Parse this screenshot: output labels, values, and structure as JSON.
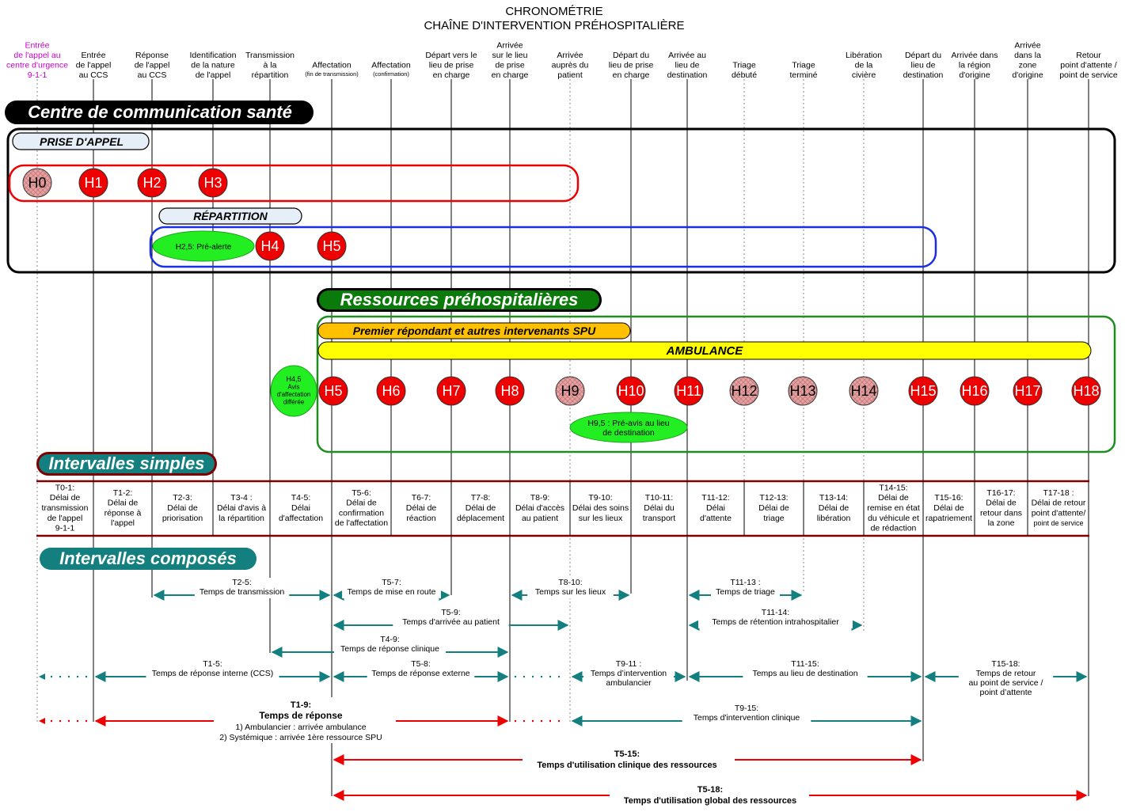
{
  "title": {
    "line1": "CHRONOMÉTRIE",
    "line2": "CHAÎNE D'INTERVENTION PRÉHOSPITALIÈRE"
  },
  "columns": [
    {
      "label": [
        "Entrée",
        "de l'appel au",
        "centre d'urgence",
        "9-1-1"
      ],
      "color": "#c800c8"
    },
    {
      "label": [
        "Entrée",
        "de l'appel",
        "au CCS"
      ]
    },
    {
      "label": [
        "Réponse",
        "de l'appel",
        "au CCS"
      ]
    },
    {
      "label": [
        "Identification",
        "de la nature",
        "de l'appel"
      ]
    },
    {
      "label": [
        "Transmission",
        "à la",
        "répartition"
      ]
    },
    {
      "label": [
        "Affectation"
      ],
      "sub": "(fin de transmission)"
    },
    {
      "label": [
        "Affectation"
      ],
      "sub": "(confirmation)"
    },
    {
      "label": [
        "Départ vers le",
        "lieu de prise",
        "en charge"
      ]
    },
    {
      "label": [
        "Arrivée",
        "sur le lieu",
        "de prise",
        "en charge"
      ]
    },
    {
      "label": [
        "Arrivée",
        "auprès du",
        "patient"
      ]
    },
    {
      "label": [
        "Départ du",
        "lieu de prise",
        "en charge"
      ]
    },
    {
      "label": [
        "Arrivée au",
        "lieu de",
        "destination"
      ]
    },
    {
      "label": [
        "Triage",
        "débuté"
      ]
    },
    {
      "label": [
        "Triage",
        "terminé"
      ]
    },
    {
      "label": [
        "Libération",
        "de la",
        "civière"
      ]
    },
    {
      "label": [
        "Départ du",
        "lieu de",
        "destination"
      ]
    },
    {
      "label": [
        "Arrivée dans",
        "la région",
        "d'origine"
      ]
    },
    {
      "label": [
        "Arrivée",
        "dans la",
        "zone",
        "d'origine"
      ]
    },
    {
      "label": [
        "Retour",
        "point d'attente /",
        "point de service"
      ]
    }
  ],
  "sections": {
    "ccs": "Centre de communication santé",
    "prise": "PRISE D'APPEL",
    "repartition": "RÉPARTITION",
    "ressources": "Ressources préhospitalières",
    "premier": "Premier répondant et autres intervenants SPU",
    "ambulance": "AMBULANCE",
    "simples": "Intervalles simples",
    "composes": "Intervalles composés"
  },
  "prise_nodes": [
    "H0",
    "H1",
    "H2",
    "H3"
  ],
  "rep_nodes": [
    "H4",
    "H5"
  ],
  "res_nodes": [
    "H5",
    "H6",
    "H7",
    "H8",
    "H9",
    "H10",
    "H11",
    "H12",
    "H13",
    "H14",
    "H15",
    "H16",
    "H17",
    "H18"
  ],
  "ellipses": {
    "h25": "H2,5: Pré-alerte",
    "h45": [
      "H4,5",
      "Avis",
      "d'affectation",
      "différée"
    ],
    "h95": [
      "H9,5 : Pré-avis au lieu",
      "de destination"
    ]
  },
  "intervals_simple": [
    [
      "T0-1:",
      "Délai de",
      "transmission",
      "de l'appel",
      "9-1-1"
    ],
    [
      "T1-2:",
      "Délai de",
      "réponse à",
      "l'appel"
    ],
    [
      "T2-3:",
      "Délai de",
      "priorisation"
    ],
    [
      "T3-4 :",
      "Délai d'avis à",
      "la répartition"
    ],
    [
      "T4-5:",
      "Délai",
      "d'affectation"
    ],
    [
      "T5-6:",
      "Délai de",
      "confirmation",
      "de l'affectation"
    ],
    [
      "T6-7:",
      "Délai de",
      "réaction"
    ],
    [
      "T7-8:",
      "Délai de",
      "déplacement"
    ],
    [
      "T8-9:",
      "Délai d'accès",
      "au patient"
    ],
    [
      "T9-10:",
      "Délai des soins",
      "sur les lieux"
    ],
    [
      "T10-11:",
      "Délai du",
      "transport"
    ],
    [
      "T11-12:",
      "Délai",
      "d'attente"
    ],
    [
      "T12-13:",
      "Délai de",
      "triage"
    ],
    [
      "T13-14:",
      "Délai de",
      "libération"
    ],
    [
      "T14-15:",
      "Délai de",
      "remise en état",
      "du véhicule et",
      "de rédaction"
    ],
    [
      "T15-16:",
      "Délai de",
      "rapatriement"
    ],
    [
      "T16-17:",
      "Délai de",
      "retour dans",
      "la zone"
    ],
    [
      "T17-18 :",
      "Délai de retour",
      "point d'attente/",
      "point de service"
    ]
  ],
  "intervals_compound": [
    {
      "from": 2,
      "to": 5,
      "code": "T2-5:",
      "label": "Temps de transmission",
      "row": 1
    },
    {
      "from": 5,
      "to": 7,
      "code": "T5-7:",
      "label": "Temps de mise en route",
      "row": 1
    },
    {
      "from": 8,
      "to": 10,
      "code": "T8-10:",
      "label": "Temps sur les lieux",
      "row": 1
    },
    {
      "from": 11,
      "to": 13,
      "code": "T11-13 :",
      "label": "Temps de triage",
      "row": 1
    },
    {
      "from": 5,
      "to": 9,
      "code": "T5-9:",
      "label": "Temps d'arrivée au patient",
      "row": 2
    },
    {
      "from": 11,
      "to": 14,
      "code": "T11-14:",
      "label": "Temps de rétention intrahospitalier",
      "row": 2
    },
    {
      "from": 4,
      "to": 8,
      "code": "T4-9:",
      "label": "Temps de réponse clinique",
      "row": 3
    },
    {
      "from": 1,
      "to": 5,
      "code": "T1-5:",
      "label": "Temps de réponse interne (CCS)",
      "row": 4
    },
    {
      "from": 5,
      "to": 8,
      "code": "T5-8:",
      "label": "Temps de réponse externe",
      "row": 4
    },
    {
      "from": 9,
      "to": 11,
      "code": "T9-11 :",
      "label": "Temps d'intervention ambulancier",
      "row": 4
    },
    {
      "from": 11,
      "to": 15,
      "code": "T11-15:",
      "label": "Temps au lieu de destination",
      "row": 4
    },
    {
      "from": 15,
      "to": 18,
      "code": "T15-18:",
      "label": "Temps de retour au point de service / point d'attente",
      "row": 4
    },
    {
      "from": 9,
      "to": 15,
      "code": "T9-15:",
      "label": "Temps d'intervention clinique",
      "row": 5
    }
  ],
  "t19": {
    "code": "T1-9:",
    "title": "Temps de réponse",
    "l1": "1) Ambulancier : arrivée ambulance",
    "l2": "2) Systémique : arrivée 1ère ressource SPU"
  },
  "t515": {
    "code": "T5-15:",
    "label": "Temps d'utilisation clinique des ressources"
  },
  "t518": {
    "code": "T5-18:",
    "label": "Temps d'utilisation global des ressources"
  },
  "colors": {
    "red": "#ee0000",
    "teal": "#137f7f",
    "green_band": "#0a7a0a",
    "lime": "#22ee22",
    "yellow": "#ffff00",
    "amber": "#ffc000",
    "pink": "#e8a0a0",
    "maroon": "#7f0000"
  }
}
